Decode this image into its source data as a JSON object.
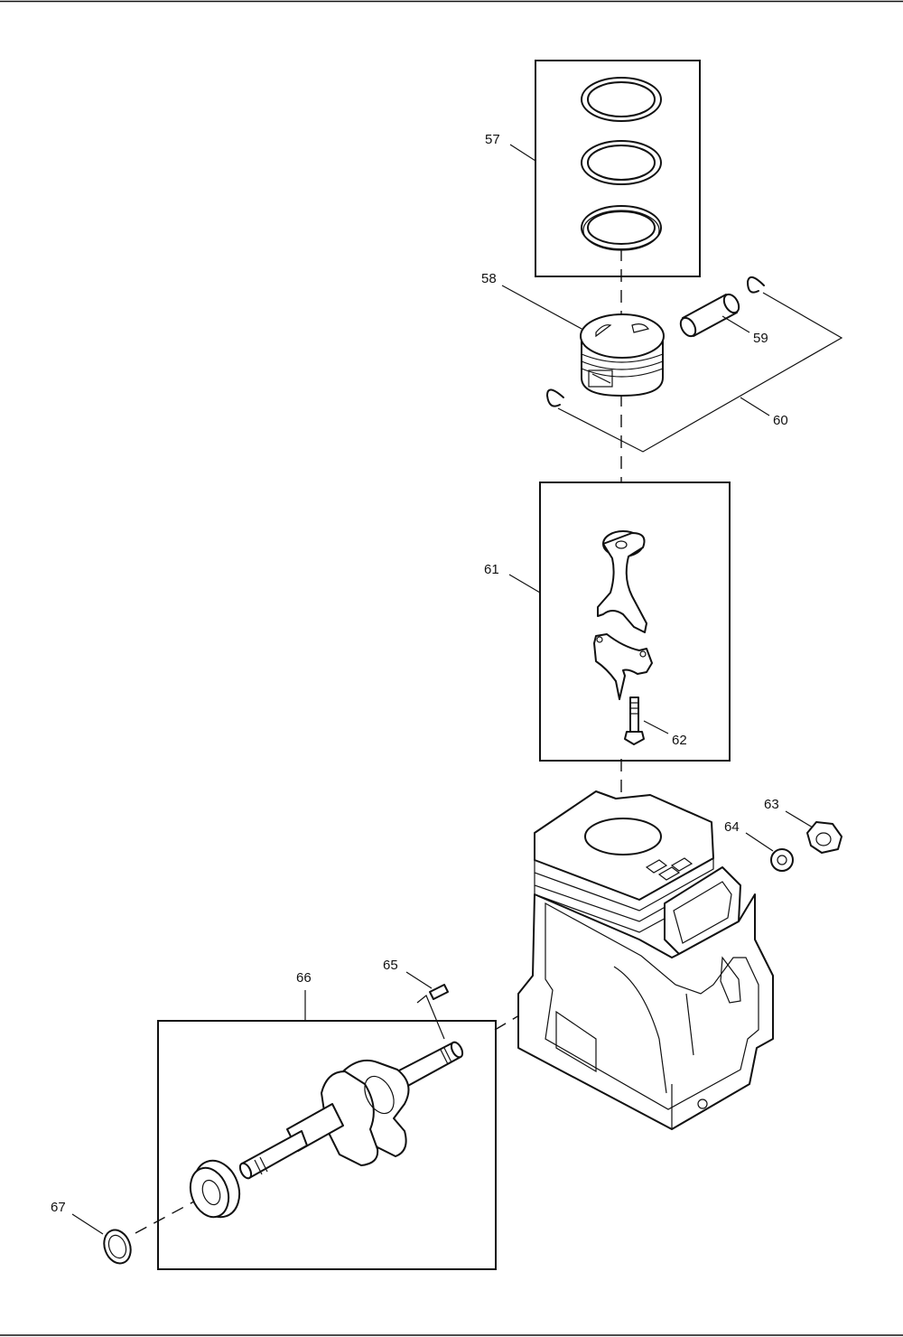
{
  "callouts": {
    "c57": "57",
    "c58": "58",
    "c59": "59",
    "c60": "60",
    "c61": "61",
    "c62": "62",
    "c63": "63",
    "c64": "64",
    "c65": "65",
    "c66": "66",
    "c67": "67"
  }
}
